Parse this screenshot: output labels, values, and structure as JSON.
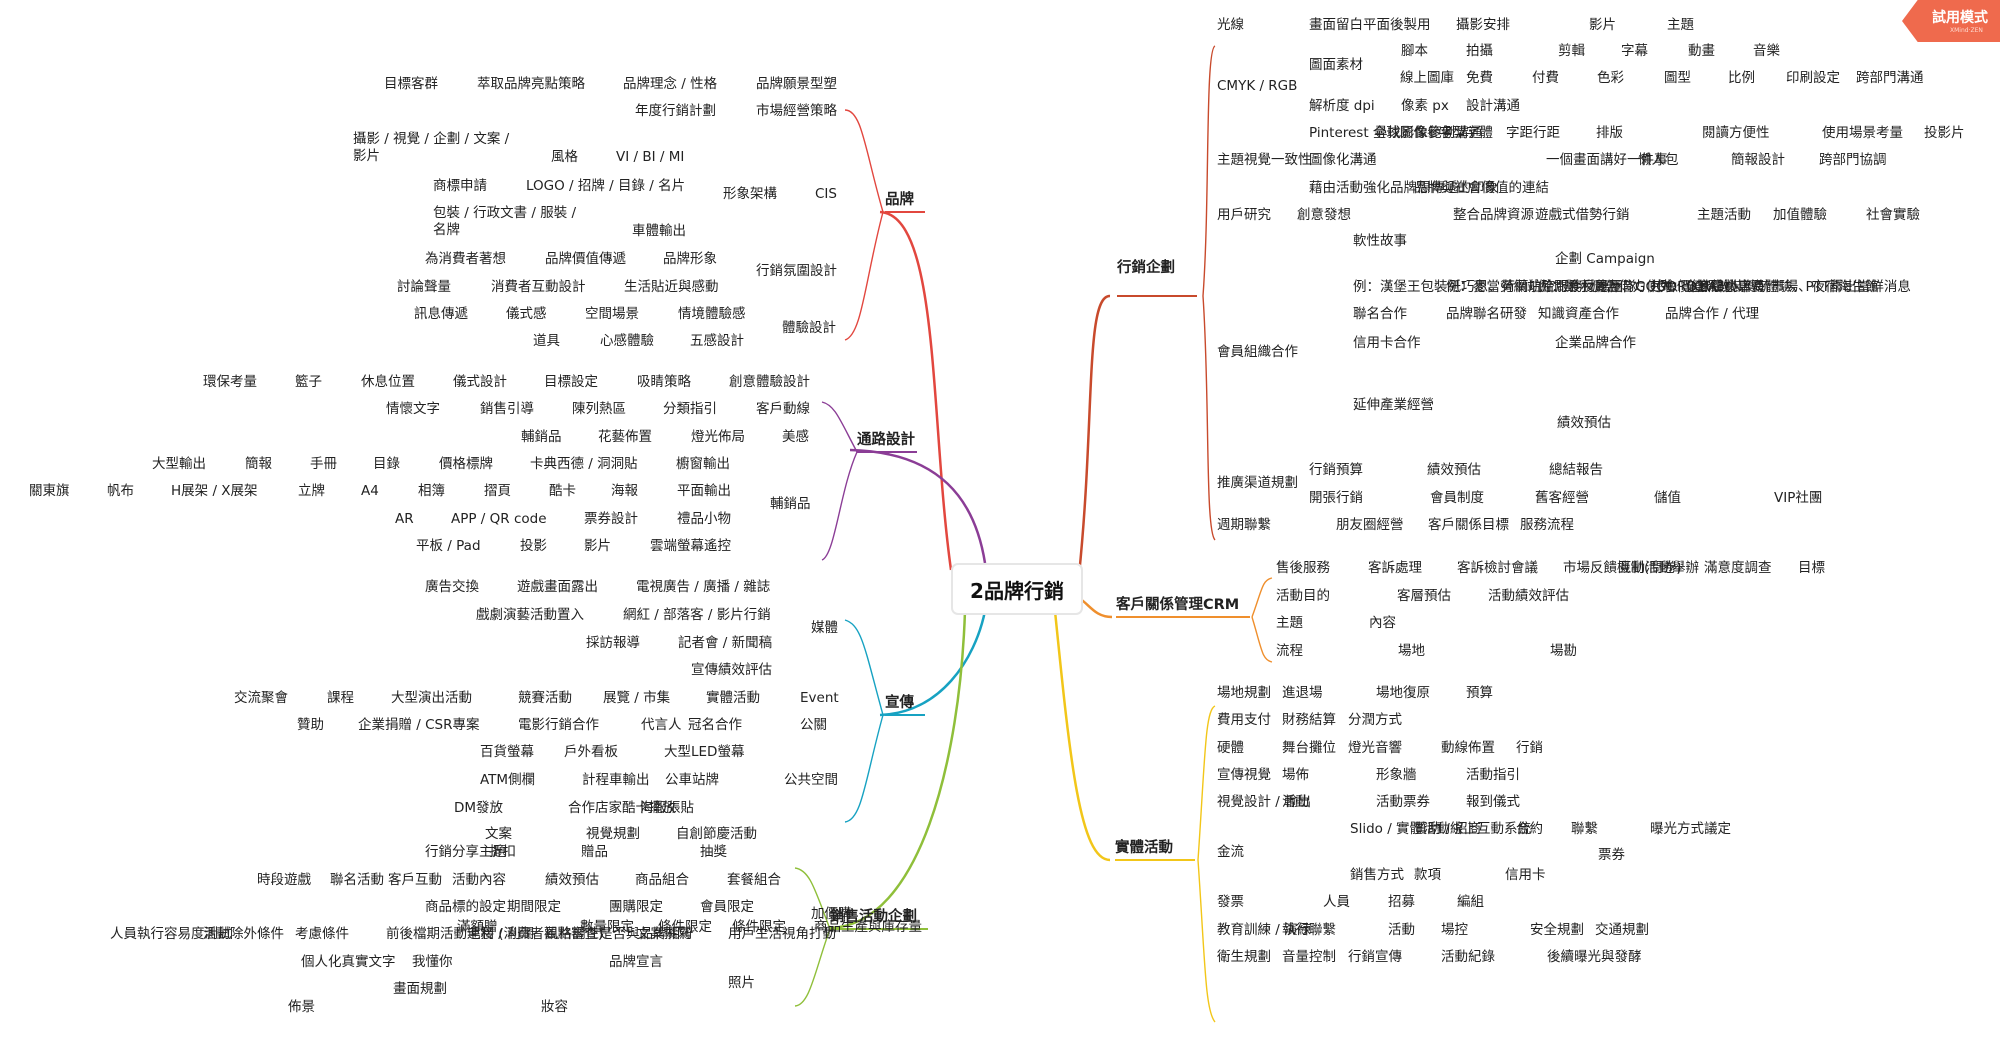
{
  "center": "2品牌行銷",
  "trial": {
    "label": "試用模式",
    "sub": "XMind·ZEN"
  },
  "colors": {
    "brand": "#e2473f",
    "channel": "#8b3d96",
    "promo": "#17a2c2",
    "sales": "#8fbf3a",
    "marketing": "#c84a2c",
    "crm": "#ef8f2d",
    "event": "#f2c619"
  },
  "labels": [
    {
      "t": "品牌",
      "main": true
    },
    {
      "t": "通路設計",
      "main": true
    },
    {
      "t": "宣傳",
      "main": true
    },
    {
      "t": "銷售活動企劃",
      "main": true
    },
    {
      "t": "行銷企劃",
      "main": true
    },
    {
      "t": "客戶關係管理CRM",
      "main": true
    },
    {
      "t": "實體活動",
      "main": true
    },
    {
      "t": "目標客群"
    },
    {
      "t": "萃取品牌亮點策略"
    },
    {
      "t": "品牌理念 / 性格"
    },
    {
      "t": "品牌願景型塑"
    },
    {
      "t": "年度行銷計劃"
    },
    {
      "t": "市場經營策略"
    },
    {
      "t": "攝影 / 視覺 / 企劃 / 文案 / 影片"
    },
    {
      "t": "風格"
    },
    {
      "t": "VI / BI / MI"
    },
    {
      "t": "商標申請"
    },
    {
      "t": "LOGO / 招牌 / 目錄 / 名片"
    },
    {
      "t": "形象架構"
    },
    {
      "t": "CIS"
    },
    {
      "t": "包裝 / 行政文書 / 服裝 / 名牌"
    },
    {
      "t": "車體輸出"
    },
    {
      "t": "為消費者著想"
    },
    {
      "t": "品牌價值傳遞"
    },
    {
      "t": "品牌形象"
    },
    {
      "t": "行銷氛圍設計"
    },
    {
      "t": "討論聲量"
    },
    {
      "t": "消費者互動設計"
    },
    {
      "t": "生活貼近與感動"
    },
    {
      "t": "訊息傳遞"
    },
    {
      "t": "儀式感"
    },
    {
      "t": "空間場景"
    },
    {
      "t": "情境體驗感"
    },
    {
      "t": "體驗設計"
    },
    {
      "t": "道具"
    },
    {
      "t": "心感體驗"
    },
    {
      "t": "五感設計"
    },
    {
      "t": "環保考量"
    },
    {
      "t": "籃子"
    },
    {
      "t": "休息位置"
    },
    {
      "t": "儀式設計"
    },
    {
      "t": "目標設定"
    },
    {
      "t": "吸睛策略"
    },
    {
      "t": "創意體驗設計"
    },
    {
      "t": "情懷文字"
    },
    {
      "t": "銷售引導"
    },
    {
      "t": "陳列熱區"
    },
    {
      "t": "分類指引"
    },
    {
      "t": "客戶動線"
    },
    {
      "t": "輔銷品"
    },
    {
      "t": "花藝佈置"
    },
    {
      "t": "燈光佈局"
    },
    {
      "t": "美感"
    },
    {
      "t": "大型輸出"
    },
    {
      "t": "簡報"
    },
    {
      "t": "手冊"
    },
    {
      "t": "目錄"
    },
    {
      "t": "價格標牌"
    },
    {
      "t": "卡典西德 / 洞洞貼"
    },
    {
      "t": "櫥窗輸出"
    },
    {
      "t": "關東旗"
    },
    {
      "t": "帆布"
    },
    {
      "t": "H展架 / X展架"
    },
    {
      "t": "立牌"
    },
    {
      "t": "A4"
    },
    {
      "t": "相簿"
    },
    {
      "t": "摺頁"
    },
    {
      "t": "酷卡"
    },
    {
      "t": "海報"
    },
    {
      "t": "平面輸出"
    },
    {
      "t": "輔銷品"
    },
    {
      "t": "AR"
    },
    {
      "t": "APP / QR code"
    },
    {
      "t": "票券設計"
    },
    {
      "t": "禮品小物"
    },
    {
      "t": "平板 / Pad"
    },
    {
      "t": "投影"
    },
    {
      "t": "影片"
    },
    {
      "t": "雲端螢幕遙控"
    },
    {
      "t": "廣告交換"
    },
    {
      "t": "遊戲畫面露出"
    },
    {
      "t": "電視廣告 / 廣播 / 雜誌"
    },
    {
      "t": "戲劇演藝活動置入"
    },
    {
      "t": "網紅 / 部落客 / 影片行銷"
    },
    {
      "t": "採訪報導"
    },
    {
      "t": "記者會 / 新聞稿"
    },
    {
      "t": "媒體"
    },
    {
      "t": "宣傳績效評估"
    },
    {
      "t": "交流聚會"
    },
    {
      "t": "課程"
    },
    {
      "t": "大型演出活動"
    },
    {
      "t": "競賽活動"
    },
    {
      "t": "展覽 / 市集"
    },
    {
      "t": "實體活動"
    },
    {
      "t": "Event"
    },
    {
      "t": "贊助"
    },
    {
      "t": "企業捐贈 / CSR專案"
    },
    {
      "t": "電影行銷合作"
    },
    {
      "t": "代言人"
    },
    {
      "t": "冠名合作"
    },
    {
      "t": "公關"
    },
    {
      "t": "百貨螢幕"
    },
    {
      "t": "戶外看板"
    },
    {
      "t": "大型LED螢幕"
    },
    {
      "t": "ATM側欄"
    },
    {
      "t": "計程車輸出"
    },
    {
      "t": "公車站牌"
    },
    {
      "t": "公共空間"
    },
    {
      "t": "DM發放"
    },
    {
      "t": "合作店家酷卡擺放"
    },
    {
      "t": "海報張貼"
    },
    {
      "t": "文案"
    },
    {
      "t": "視覺規劃"
    },
    {
      "t": "自創節慶活動"
    },
    {
      "t": "行銷分享主題"
    },
    {
      "t": "折扣"
    },
    {
      "t": "贈品"
    },
    {
      "t": "抽獎"
    },
    {
      "t": "時段遊戲"
    },
    {
      "t": "聯名活動"
    },
    {
      "t": "客戶互動"
    },
    {
      "t": "活動內容"
    },
    {
      "t": "績效預估"
    },
    {
      "t": "商品組合"
    },
    {
      "t": "套餐組合"
    },
    {
      "t": "商品標的設定"
    },
    {
      "t": "期間限定"
    },
    {
      "t": "團購限定"
    },
    {
      "t": "會員限定"
    },
    {
      "t": "加價購"
    },
    {
      "t": "滿額贈"
    },
    {
      "t": "數量限定"
    },
    {
      "t": "條件限定"
    },
    {
      "t": "條件限定"
    },
    {
      "t": "商品生產與庫存量"
    },
    {
      "t": "人員執行容易度測試"
    },
    {
      "t": "活動除外條件"
    },
    {
      "t": "考慮條件"
    },
    {
      "t": "前後檔期活動連接 (消費者觀點審查)"
    },
    {
      "t": "毛利 / 利潤"
    },
    {
      "t": "風格調性是否與品牌相符"
    },
    {
      "t": "文案撰寫"
    },
    {
      "t": "用戶生活視角打動"
    },
    {
      "t": "個人化真實文字"
    },
    {
      "t": "我懂你"
    },
    {
      "t": "品牌宣言"
    },
    {
      "t": "照片"
    },
    {
      "t": "畫面規劃"
    },
    {
      "t": "佈景"
    },
    {
      "t": "妝容"
    },
    {
      "t": "光線"
    },
    {
      "t": "畫面留白平面後製用"
    },
    {
      "t": "攝影安排"
    },
    {
      "t": "影片"
    },
    {
      "t": "主題"
    },
    {
      "t": "腳本"
    },
    {
      "t": "拍攝"
    },
    {
      "t": "剪輯"
    },
    {
      "t": "字幕"
    },
    {
      "t": "動畫"
    },
    {
      "t": "音樂"
    },
    {
      "t": "圖面素材"
    },
    {
      "t": "線上圖庫"
    },
    {
      "t": "免費"
    },
    {
      "t": "付費"
    },
    {
      "t": "色彩"
    },
    {
      "t": "圖型"
    },
    {
      "t": "比例"
    },
    {
      "t": "印刷設定"
    },
    {
      "t": "跨部門溝通"
    },
    {
      "t": "CMYK / RGB"
    },
    {
      "t": "解析度 dpi"
    },
    {
      "t": "像素 px"
    },
    {
      "t": "設計溝通"
    },
    {
      "t": "Pinterest 全球圖像參考"
    },
    {
      "t": "尋找影像範例溝通"
    },
    {
      "t": "字型字體"
    },
    {
      "t": "字距行距"
    },
    {
      "t": "排版"
    },
    {
      "t": "閱讀方便性"
    },
    {
      "t": "使用場景考量"
    },
    {
      "t": "投影片"
    },
    {
      "t": "主題視覺一致性"
    },
    {
      "t": "圖像化溝通"
    },
    {
      "t": "一個畫面講好一件事"
    },
    {
      "t": "懶人包"
    },
    {
      "t": "簡報設計"
    },
    {
      "t": "跨部門協調"
    },
    {
      "t": "藉由活動強化品牌想傳遞的印象"
    },
    {
      "t": "品牌與社會價值的連結"
    },
    {
      "t": "用戶研究"
    },
    {
      "t": "創意發想"
    },
    {
      "t": "整合品牌資源"
    },
    {
      "t": "遊戲式借勢行銷"
    },
    {
      "t": "主題活動"
    },
    {
      "t": "加值體驗"
    },
    {
      "t": "社會實驗"
    },
    {
      "t": "軟性故事"
    },
    {
      "t": "企劃 Campaign"
    },
    {
      "t": "例：漢堡王包裝紙巧思、荷蘭航空服務反應團隊、社會價值探討"
    },
    {
      "t": "例：麥當勞網站給問食材履歷、GOGORO無聲機車海"
    },
    {
      "t": "例：對手廣告借力使力、IKEA改裝傳統市場、夜宿海生館"
    },
    {
      "t": "例：全家小小店長體驗、PTT釋出當鮮消息"
    },
    {
      "t": "聯名合作"
    },
    {
      "t": "品牌聯名研發"
    },
    {
      "t": "知識資產合作"
    },
    {
      "t": "品牌合作 / 代理"
    },
    {
      "t": "會員組織合作"
    },
    {
      "t": "信用卡合作"
    },
    {
      "t": "企業品牌合作"
    },
    {
      "t": "延伸產業經營"
    },
    {
      "t": "績效預估"
    },
    {
      "t": "推廣渠道規劃"
    },
    {
      "t": "行銷預算"
    },
    {
      "t": "績效預估"
    },
    {
      "t": "總結報告"
    },
    {
      "t": "開張行銷"
    },
    {
      "t": "會員制度"
    },
    {
      "t": "舊客經營"
    },
    {
      "t": "儲值"
    },
    {
      "t": "VIP社團"
    },
    {
      "t": "週期聯繫"
    },
    {
      "t": "朋友圈經營"
    },
    {
      "t": "客戶關係目標"
    },
    {
      "t": "服務流程"
    },
    {
      "t": "售後服務"
    },
    {
      "t": "客訴處理"
    },
    {
      "t": "客訴檢討會議"
    },
    {
      "t": "市場反饋機制(問卷)"
    },
    {
      "t": "互動活動舉辦"
    },
    {
      "t": "滿意度調查"
    },
    {
      "t": "目標"
    },
    {
      "t": "活動目的"
    },
    {
      "t": "客層預估"
    },
    {
      "t": "活動績效評估"
    },
    {
      "t": "主題"
    },
    {
      "t": "內容"
    },
    {
      "t": "流程"
    },
    {
      "t": "場地"
    },
    {
      "t": "場勘"
    },
    {
      "t": "場地規劃"
    },
    {
      "t": "進退場"
    },
    {
      "t": "場地復原"
    },
    {
      "t": "預算"
    },
    {
      "t": "費用支付"
    },
    {
      "t": "財務結算"
    },
    {
      "t": "分潤方式"
    },
    {
      "t": "硬體"
    },
    {
      "t": "舞台攤位"
    },
    {
      "t": "燈光音響"
    },
    {
      "t": "動線佈置"
    },
    {
      "t": "行銷"
    },
    {
      "t": "宣傳視覺"
    },
    {
      "t": "場佈"
    },
    {
      "t": "形象牆"
    },
    {
      "t": "活動指引"
    },
    {
      "t": "視覺設計 / 輸出"
    },
    {
      "t": "活動"
    },
    {
      "t": "活動票券"
    },
    {
      "t": "報到儀式"
    },
    {
      "t": "Slido / 實體活動線上互動系統"
    },
    {
      "t": "贊助 / 招商"
    },
    {
      "t": "合約"
    },
    {
      "t": "聯繫"
    },
    {
      "t": "曝光方式議定"
    },
    {
      "t": "金流"
    },
    {
      "t": "銷售方式"
    },
    {
      "t": "款項"
    },
    {
      "t": "信用卡"
    },
    {
      "t": "票券"
    },
    {
      "t": "發票"
    },
    {
      "t": "人員"
    },
    {
      "t": "招募"
    },
    {
      "t": "編組"
    },
    {
      "t": "教育訓練 / 演練"
    },
    {
      "t": "執行聯繫"
    },
    {
      "t": "活動"
    },
    {
      "t": "場控"
    },
    {
      "t": "安全規劃"
    },
    {
      "t": "交通規劃"
    },
    {
      "t": "衛生規劃"
    },
    {
      "t": "音量控制"
    },
    {
      "t": "行銷宣傳"
    },
    {
      "t": "活動紀錄"
    },
    {
      "t": "後續曝光與發酵"
    }
  ]
}
